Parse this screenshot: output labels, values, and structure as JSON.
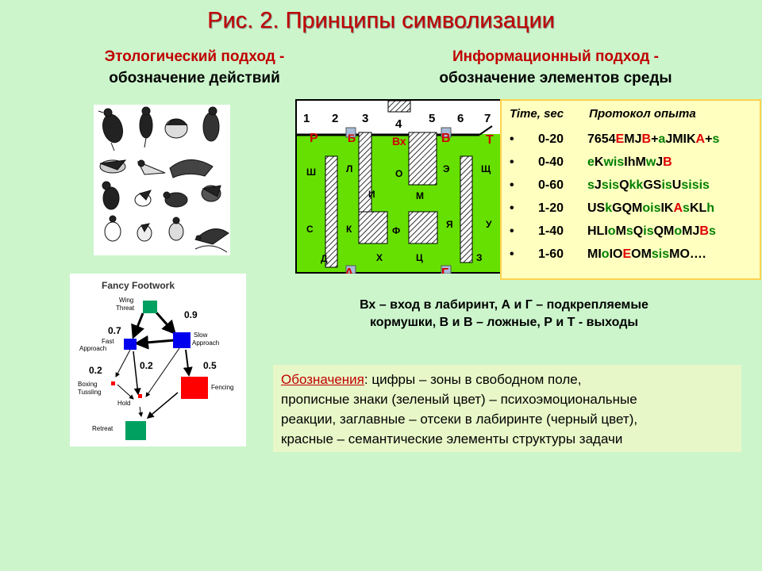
{
  "title": "Рис. 2. Принципы символизации",
  "left_heading": {
    "line1": "Этологический подход -",
    "line2": "обозначение действий"
  },
  "right_heading": {
    "line1": "Информационный подход -",
    "line2": "обозначение элементов среды"
  },
  "footwork": {
    "title": "Fancy Footwork",
    "nodes": {
      "wing": "Wing\nThreat",
      "fast": "Fast\nApproach",
      "slow": "Slow\nApproach",
      "boxing": "Boxing\nTussling",
      "hold": "Hold",
      "fencing": "Fencing",
      "retreat": "Retreat"
    },
    "probs": {
      "p09": "0.9",
      "p07": "0.7",
      "p02a": "0.2",
      "p02b": "0.2",
      "p05": "0.5"
    },
    "colors": {
      "green": "#00a060",
      "blue": "#0000ee",
      "red": "#ff0000"
    }
  },
  "maze": {
    "zones": [
      "1",
      "2",
      "3",
      "4",
      "5",
      "6",
      "7"
    ],
    "red_labels": {
      "P": "Р",
      "B": "Б",
      "Vx": "Вх",
      "V": "В",
      "T": "Т",
      "A": "А",
      "G": "Г"
    },
    "cells": [
      "Ш",
      "Л",
      "О",
      "Э",
      "Щ",
      "И",
      "М",
      "С",
      "К",
      "Ф",
      "Я",
      "У",
      "Д",
      "Х",
      "Ц",
      "З"
    ],
    "colors": {
      "field": "#66e000",
      "red": "#d00000",
      "feeder": "#a7bcd8"
    }
  },
  "protocol": {
    "header_time": "Time, sec",
    "header_log": "Протокол опыта",
    "bullet": "•",
    "rows": [
      {
        "time": "0-20",
        "log": [
          [
            "7654",
            "k"
          ],
          [
            "E",
            "r"
          ],
          [
            "MJ",
            "k"
          ],
          [
            "B",
            "r"
          ],
          [
            "+",
            "k"
          ],
          [
            "a",
            "g"
          ],
          [
            "JMIK",
            "k"
          ],
          [
            "A",
            "r"
          ],
          [
            "+",
            "k"
          ],
          [
            "s",
            "g"
          ]
        ]
      },
      {
        "time": "0-40",
        "log": [
          [
            "e",
            "g"
          ],
          [
            "K",
            "k"
          ],
          [
            "wis",
            "g"
          ],
          [
            "Ih",
            "k"
          ],
          [
            "M",
            "k"
          ],
          [
            "w",
            "g"
          ],
          [
            "J",
            "k"
          ],
          [
            "B",
            "r"
          ]
        ]
      },
      {
        "time": "0-60",
        "log": [
          [
            "s",
            "g"
          ],
          [
            "J",
            "k"
          ],
          [
            "sis",
            "g"
          ],
          [
            "Q",
            "k"
          ],
          [
            "kk",
            "g"
          ],
          [
            "GS",
            "k"
          ],
          [
            "is",
            "g"
          ],
          [
            "U",
            "k"
          ],
          [
            "sisis",
            "g"
          ]
        ]
      },
      {
        "time": "1-20",
        "log": [
          [
            "US",
            "k"
          ],
          [
            "k",
            "g"
          ],
          [
            "GQM",
            "k"
          ],
          [
            "ois",
            "g"
          ],
          [
            "IK",
            "k"
          ],
          [
            "A",
            "r"
          ],
          [
            "s",
            "g"
          ],
          [
            "KL",
            "k"
          ],
          [
            "h",
            "g"
          ]
        ]
      },
      {
        "time": "1-40",
        "log": [
          [
            "HL",
            "k"
          ],
          [
            "I",
            "k"
          ],
          [
            "o",
            "g"
          ],
          [
            "M",
            "k"
          ],
          [
            "s",
            "g"
          ],
          [
            "Q",
            "k"
          ],
          [
            "is",
            "g"
          ],
          [
            "QM",
            "k"
          ],
          [
            "o",
            "g"
          ],
          [
            "MJ",
            "k"
          ],
          [
            "B",
            "r"
          ],
          [
            "s",
            "g"
          ]
        ]
      },
      {
        "time": "1-60",
        "log": [
          [
            "MI",
            "k"
          ],
          [
            "o",
            "g"
          ],
          [
            "IO",
            "k"
          ],
          [
            "E",
            "r"
          ],
          [
            "OM",
            "k"
          ],
          [
            "sis",
            "g"
          ],
          [
            "MO….",
            "k"
          ]
        ]
      }
    ]
  },
  "maze_legend": {
    "line1": "Вх – вход в лабиринт, А и Г – подкрепляемые",
    "line2": "кормушки, В и В – ложные, Р и Т - выходы"
  },
  "notes": {
    "head": "Обозначения",
    "text1": ":  цифры  – зоны в свободном поле,",
    "text2": "прописные  знаки (зеленый  цвет) – психоэмоциональные",
    "text3": "реакции,  заглавные – отсеки в лабиринте  (черный цвет),",
    "text4": "красные – семантические  элементы  структуры задачи"
  }
}
